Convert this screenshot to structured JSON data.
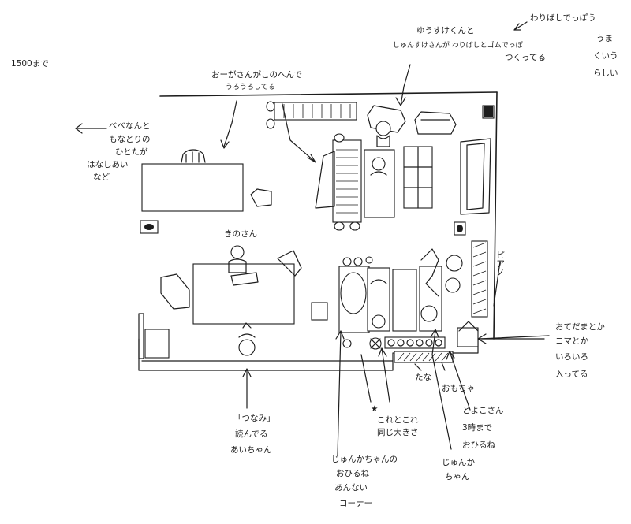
{
  "notes": {
    "top_left": "1500まで",
    "left_babies": [
      "べべなんと",
      "もなとりの",
      "ひとたが",
      "はなしあい",
      "など"
    ],
    "top_center": [
      "おーがさんがこのへんで",
      "うろうろしてる"
    ],
    "top_right_kids": [
      "ゆうすけくんと",
      "しゅんすけさんが わりばしとゴムでっぽ",
      "つくってる"
    ],
    "top_right_gun": [
      "わりばしでっぽう",
      "うま",
      "くいう",
      "らしい"
    ],
    "kino_san": "きのさん",
    "piano": "ピアノ",
    "toys": [
      "おてだまとか",
      "コマとか",
      "いろいろ",
      "入ってる"
    ],
    "shelf": "たな",
    "toys_box": "おもちゃ",
    "star_note": [
      "★",
      "これとこれ",
      "同じ大きさ"
    ],
    "toyoko": [
      "とよこさん",
      "3時まで",
      "おひるね"
    ],
    "reading": [
      "「つなみ」",
      "読んでる",
      "あいちゃん"
    ],
    "nap_corner": [
      "じゅんかちゃんの",
      "おひるね",
      "あんない",
      "コーナー"
    ],
    "junka": [
      "じゅんか",
      "ちゃん"
    ]
  }
}
